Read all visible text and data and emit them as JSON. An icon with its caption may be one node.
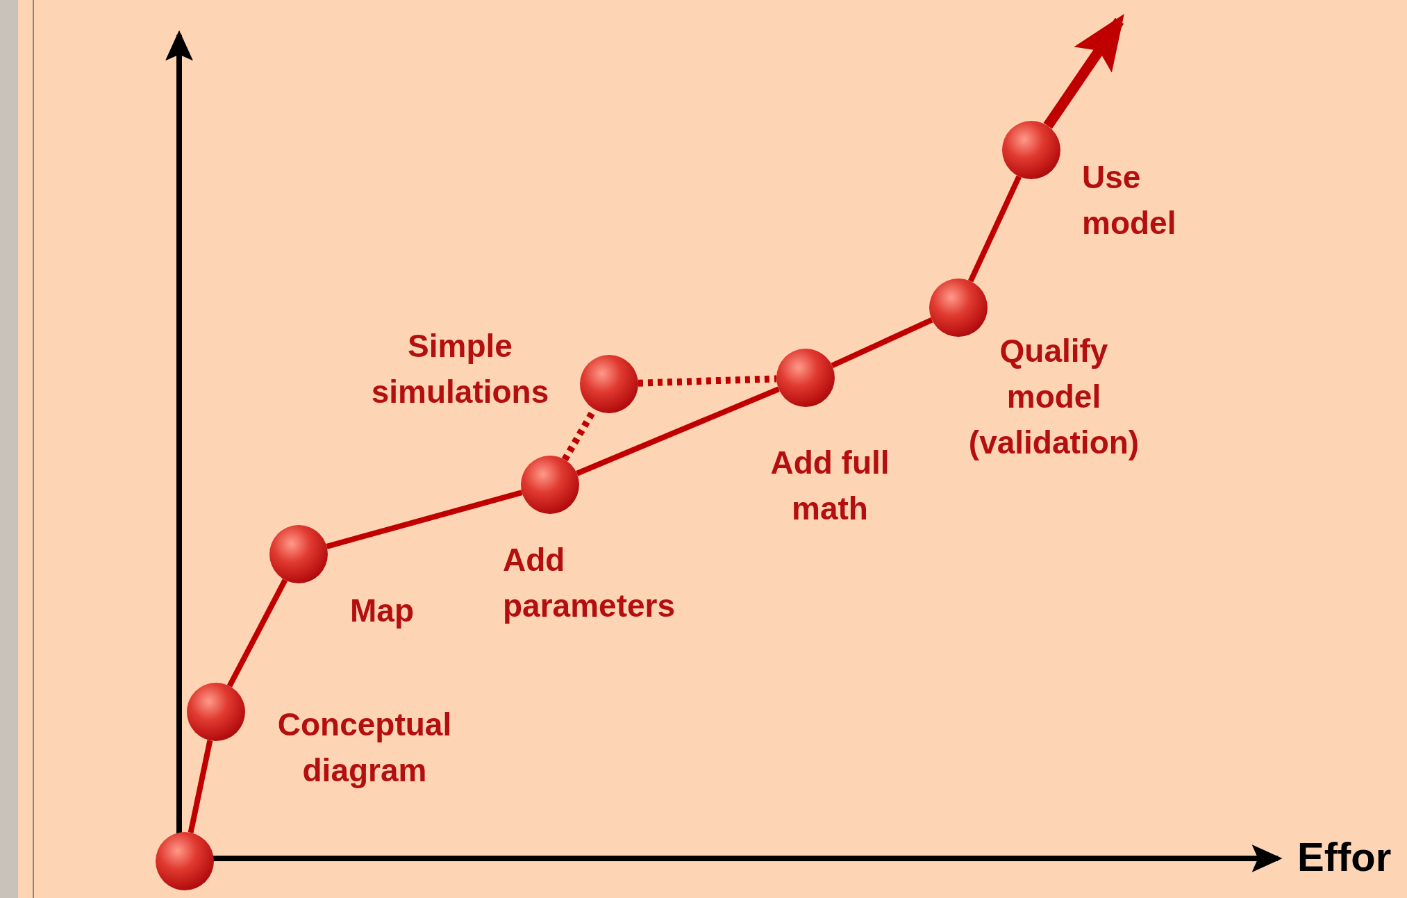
{
  "diagram": {
    "nodes": [
      {
        "text": [],
        "shape": "circle"
      },
      {
        "text": [
          "Conceptual diagram"
        ]
      },
      {
        "text": [
          "Map"
        ]
      },
      {
        "text": [
          "Add parameters"
        ]
      },
      {
        "text": [
          "Simple simulations"
        ]
      },
      {
        "text": [
          "Add full math"
        ]
      },
      {
        "text": [
          "Qualify model (validation)"
        ]
      },
      {
        "text": [
          "Use model"
        ]
      }
    ],
    "edges": [
      {
        "from": 0,
        "to": 1,
        "arrow": "none"
      },
      {
        "from": 1,
        "to": 2,
        "arrow": "none"
      },
      {
        "from": 2,
        "to": 3,
        "arrow": "none"
      },
      {
        "from": 3,
        "to": 5,
        "arrow": "none"
      },
      {
        "from": 5,
        "to": 6,
        "arrow": "none"
      },
      {
        "from": 6,
        "to": 7,
        "arrow": "none"
      },
      {
        "from": 7,
        "to": null,
        "arrow": "to",
        "style": "thick"
      },
      {
        "from": 3,
        "to": 4,
        "arrow": "none",
        "style": "dashed"
      },
      {
        "from": 4,
        "to": 5,
        "arrow": "none",
        "style": "dashed"
      }
    ],
    "labels": [
      "Effor"
    ]
  }
}
